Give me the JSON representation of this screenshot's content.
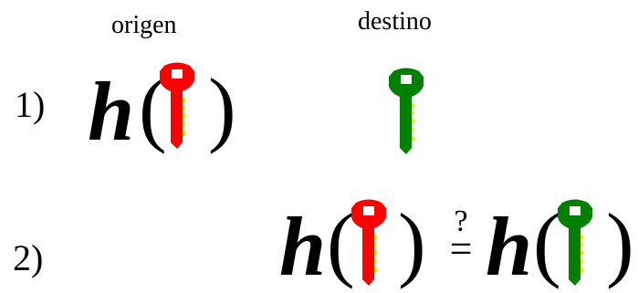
{
  "headers": {
    "origin": "origen",
    "destination": "destino"
  },
  "rows": [
    {
      "label": "1)"
    },
    {
      "label": "2)"
    }
  ],
  "formula": {
    "function": "h",
    "open": "(",
    "close": ")",
    "compare_mark": "?",
    "compare_equals": "="
  },
  "colors": {
    "origin_key": "#ff0000",
    "destination_key": "#008000",
    "key_edge": "#ffd700"
  },
  "icons": {
    "origin": "key-icon-red",
    "destination": "key-icon-green"
  }
}
